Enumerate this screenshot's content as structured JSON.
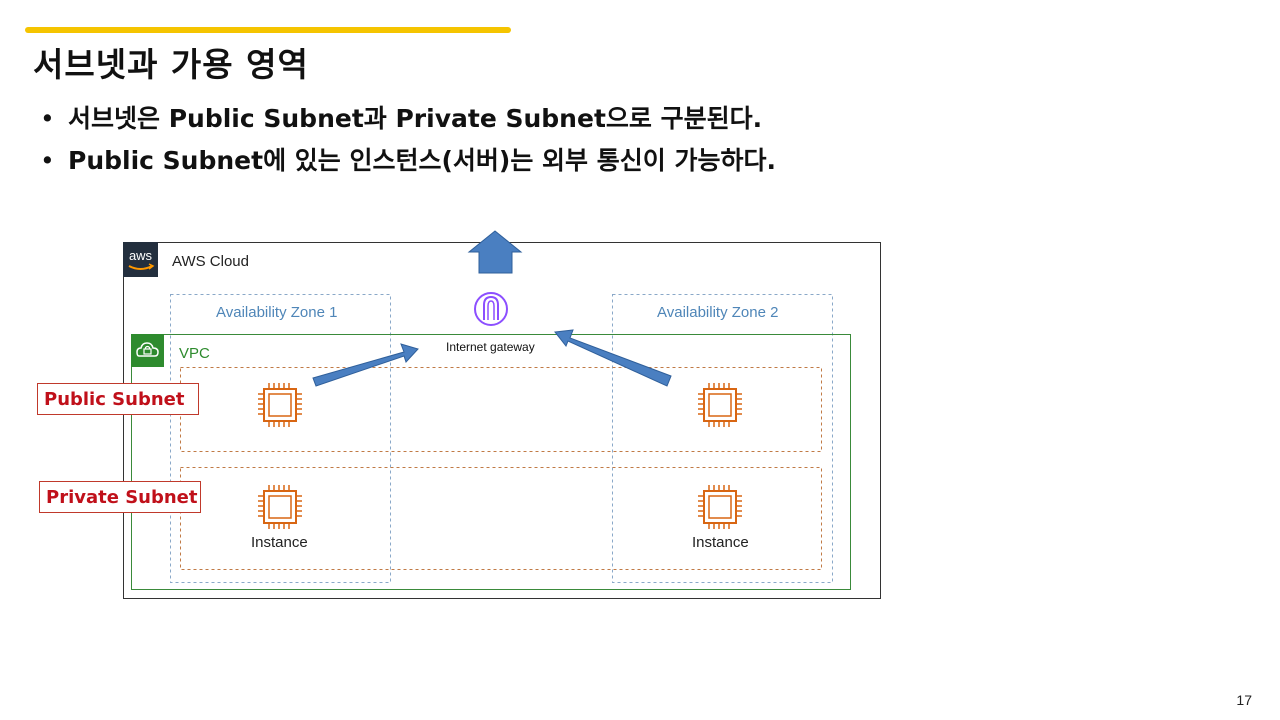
{
  "slide": {
    "title": "서브넷과 가용 영역",
    "bullets": [
      "서브넷은 Public Subnet과 Private Subnet으로 구분된다.",
      "Public Subnet에 있는 인스턴스(서버)는 외부 통신이 가능하다."
    ],
    "page_number": "17"
  },
  "diagram": {
    "aws_cloud_label": "AWS Cloud",
    "aws_logo_text": "aws",
    "vpc_label": "VPC",
    "availability_zones": [
      "Availability Zone 1",
      "Availability Zone 2"
    ],
    "internet_gateway_label": "Internet gateway",
    "instance_label": "Instance",
    "subnet_tags": {
      "public": "Public Subnet",
      "private": "Private Subnet"
    }
  },
  "colors": {
    "accent": "#f5c400",
    "tag_red": "#c0101a",
    "vpc_green": "#2e8b2e",
    "az_blue": "#4f86b8",
    "ec2_orange": "#d86613",
    "arrow_blue": "#4a7fc1",
    "igw_purple": "#8c4fff",
    "aws_dark": "#232f3e"
  }
}
